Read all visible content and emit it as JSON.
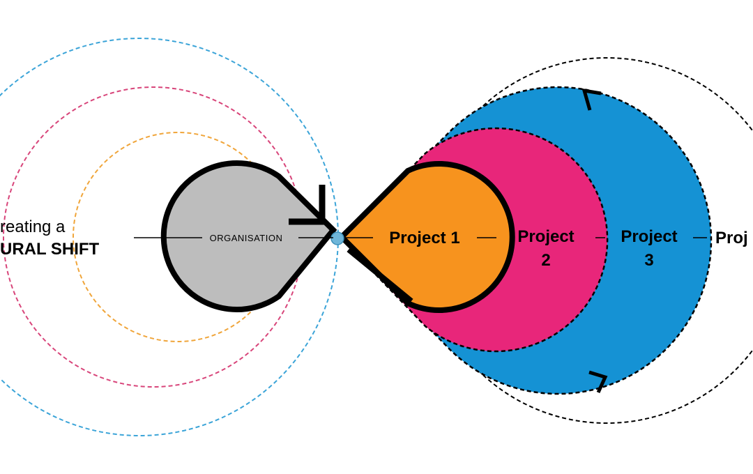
{
  "diagram": {
    "left_text": {
      "line1": "reating a",
      "line2": "URAL SHIFT"
    },
    "organisation_label": "ORGANISATION",
    "projects": [
      {
        "label": "Project 1",
        "color": "#F7931E"
      },
      {
        "label_line1": "Project",
        "label_line2": "2",
        "color": "#E8267A"
      },
      {
        "label_line1": "Project",
        "label_line2": "3",
        "color": "#1592D4"
      },
      {
        "label": "Proj"
      }
    ],
    "colors": {
      "organisation_fill": "#BDBDBD",
      "outline": "#000000",
      "ring_orange": "#F0A53A",
      "ring_pink": "#D8457A",
      "ring_blue": "#3BA4D8"
    }
  }
}
